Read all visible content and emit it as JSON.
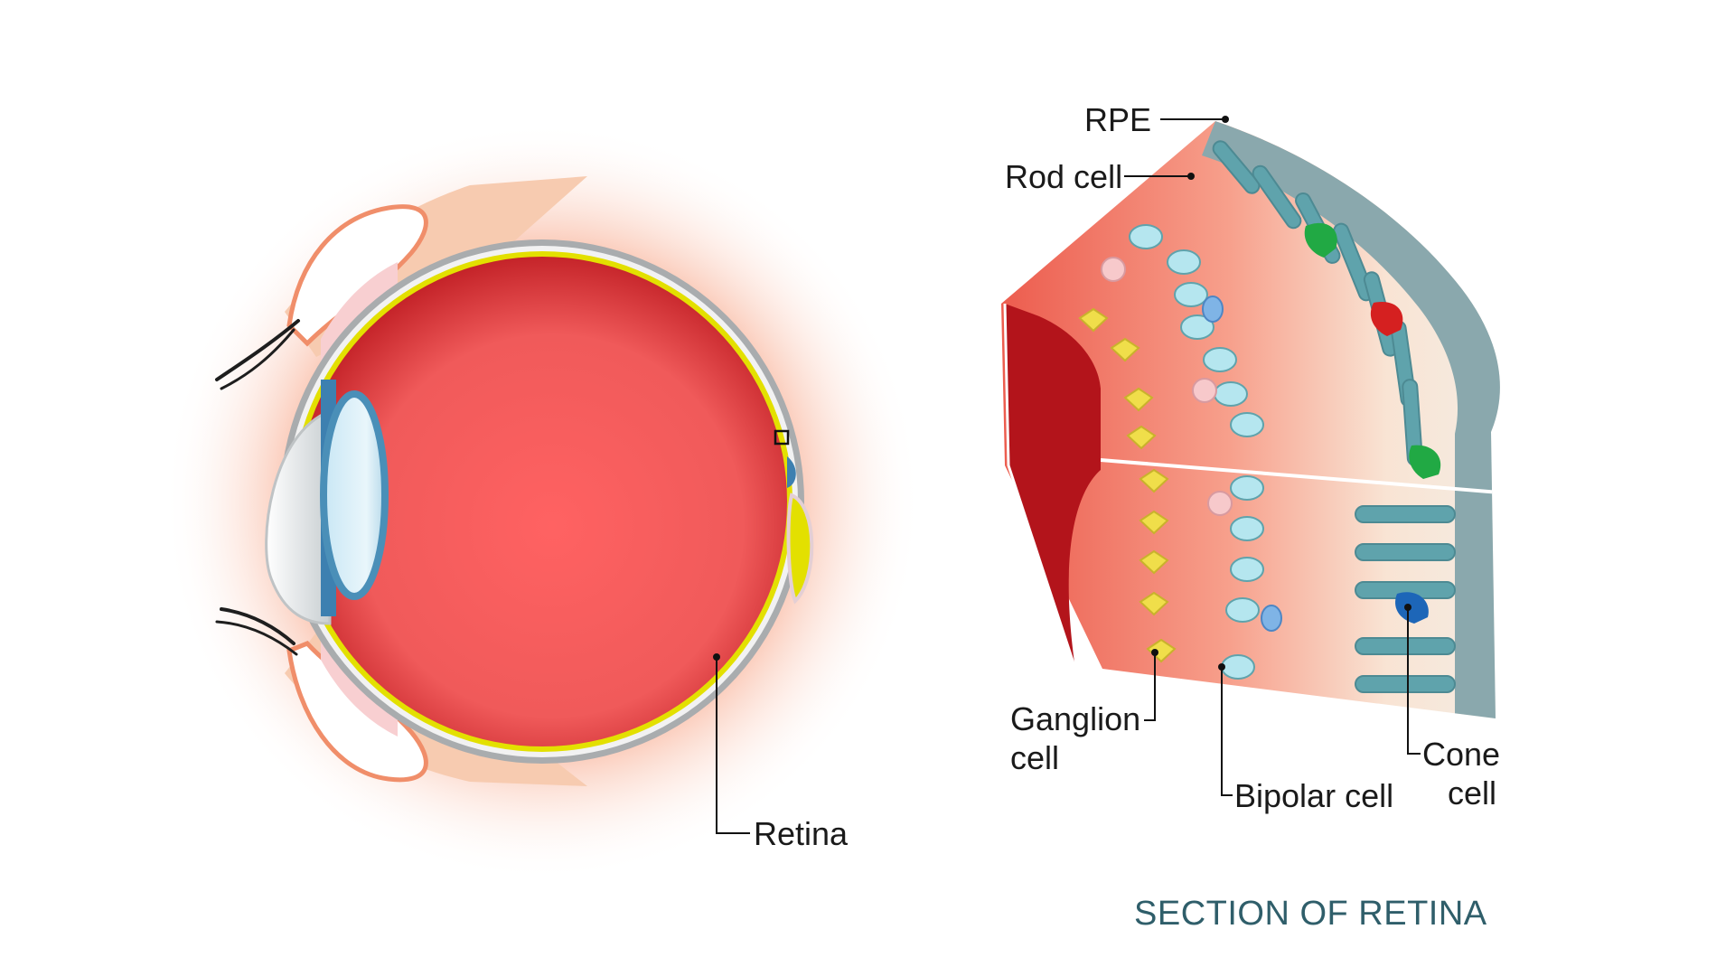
{
  "labels": {
    "retina": "Retina",
    "rpe": "RPE",
    "rod_cell": "Rod cell",
    "ganglion_cell_line1": "Ganglion",
    "ganglion_cell_line2": "cell",
    "bipolar_cell": "Bipolar cell",
    "cone_cell_line1": "Cone",
    "cone_cell_line2": "cell"
  },
  "section_title": "SECTION OF RETINA",
  "colors": {
    "vitreous": "#f05a5a",
    "vitreous_dark": "#b3141b",
    "retina_layer": "#e3e000",
    "sclera": "#a9acae",
    "cornea_lens": "#4a8fb8",
    "eyelid": "#f6c3a4",
    "rpe": "#8aa8ad",
    "photoreceptor": "#5fa3ac",
    "bipolar": "#b5e6ef",
    "ganglion": "#f0de4a",
    "cone_green": "#21a944",
    "cone_red": "#d52020",
    "cone_blue": "#1d66b8",
    "title": "#2f5e6a"
  }
}
